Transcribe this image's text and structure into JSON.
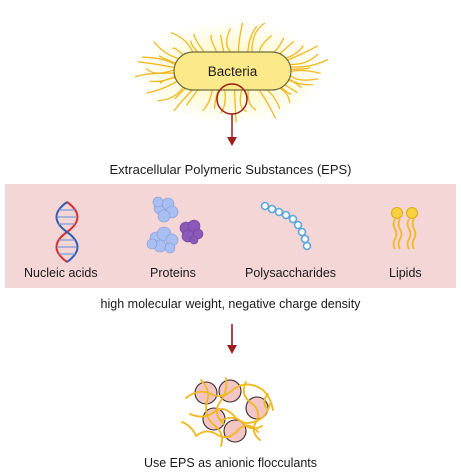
{
  "bacteria": {
    "label": "Bacteria"
  },
  "eps": {
    "title": "Extracellular Polymeric Substances (EPS)"
  },
  "components": [
    {
      "label": "Nucleic acids",
      "icon": "dna-icon"
    },
    {
      "label": "Proteins",
      "icon": "proteins-icon"
    },
    {
      "label": "Polysaccharides",
      "icon": "polysaccharide-chain-icon"
    },
    {
      "label": "Lipids",
      "icon": "lipids-icon"
    }
  ],
  "properties": "high molecular weight, negative charge density",
  "application": "Use EPS as anionic flocculants",
  "colors": {
    "bacteria_fill": "#fbe98a",
    "bacteria_stroke": "#6b6b3a",
    "filament": "#f2b820",
    "arrow": "#9b1c1c",
    "band": "#f5d6d6",
    "floc_particle": "#f3c6c6"
  }
}
